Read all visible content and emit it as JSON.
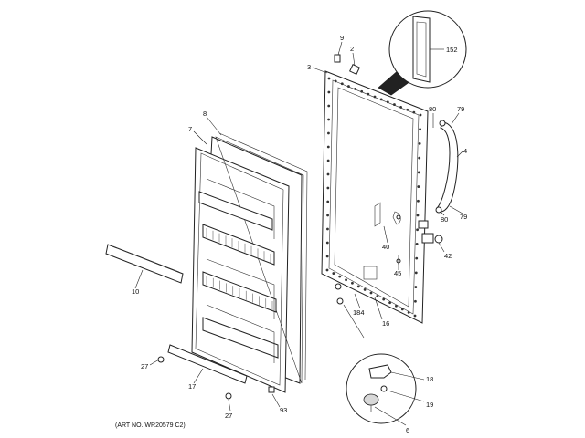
{
  "diagram": {
    "art_number": "(ART NO. WR20579 C2)",
    "callouts": {
      "c9": "9",
      "c2": "2",
      "c3": "3",
      "c152": "152",
      "c8": "8",
      "c7": "7",
      "c80a": "80",
      "c79a": "79",
      "c4": "4",
      "c80b": "80",
      "c79b": "79",
      "c40": "40",
      "c45": "45",
      "c42": "42",
      "c10": "10",
      "c184": "184",
      "c16": "16",
      "c18": "18",
      "c19": "19",
      "c6": "6",
      "c27a": "27",
      "c17": "17",
      "c27b": "27",
      "c93": "93"
    }
  }
}
